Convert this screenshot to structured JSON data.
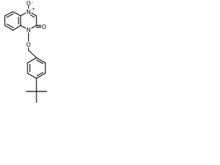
{
  "molecule": {
    "atoms": {
      "n_oxide": "N",
      "n_oxide_charge": "+",
      "oxide_o": "O",
      "oxide_charge": "-",
      "ring_n": "N",
      "carbonyl_o": "O",
      "ether_o": "O"
    }
  }
}
